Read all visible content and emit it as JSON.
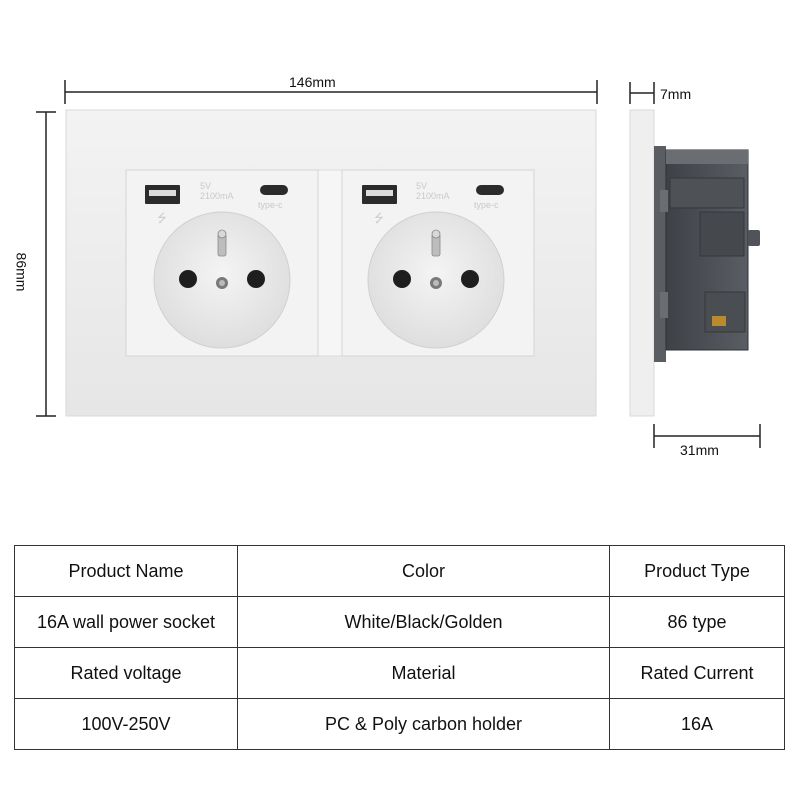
{
  "dimensions": {
    "width": "146mm",
    "height": "86mm",
    "plate_depth": "7mm",
    "total_depth": "31mm"
  },
  "socket_labels": {
    "usb_rating_line1": "5V",
    "usb_rating_line2": "2100mA",
    "typec_label": "type-c"
  },
  "colors": {
    "plate": "#efefef",
    "module_body": "#4a4d52",
    "outline": "#222222"
  },
  "specs": {
    "rows": [
      [
        "Product Name",
        "Color",
        "Product Type"
      ],
      [
        "16A wall power socket",
        "White/Black/Golden",
        "86 type"
      ],
      [
        "Rated voltage",
        "Material",
        "Rated Current"
      ],
      [
        "100V-250V",
        "PC & Poly carbon holder",
        "16A"
      ]
    ]
  }
}
